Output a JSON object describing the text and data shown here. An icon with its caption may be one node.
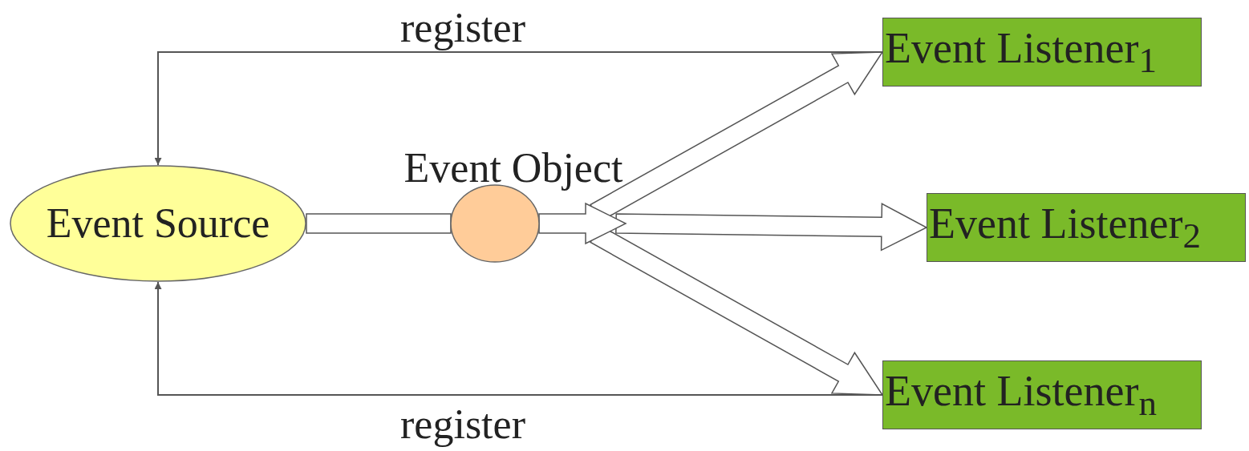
{
  "diagram": {
    "nodes": [
      {
        "text": [
          "Event Source"
        ]
      },
      {
        "text": [
          "Event Object"
        ]
      },
      {
        "text": [
          "Event Listener$_{1}$"
        ]
      },
      {
        "text": [
          "Event Listener$_{2}$"
        ]
      },
      {
        "text": [
          "Event Listener$_{n}$"
        ]
      }
    ],
    "edges": [
      {
        "from": 2,
        "to": 0,
        "arrow": "to",
        "label": "register"
      },
      {
        "from": 4,
        "to": 0,
        "arrow": "to",
        "label": "register"
      },
      {
        "from": 0,
        "to": 1,
        "arrow": "none",
        "style": "thick"
      },
      {
        "from": 1,
        "to": 2,
        "arrow": "to",
        "style": "thick"
      },
      {
        "from": 1,
        "to": 3,
        "arrow": "to",
        "style": "thick"
      },
      {
        "from": 1,
        "to": 4,
        "arrow": "to",
        "style": "thick"
      },
      {
        "from": 1,
        "to": null,
        "arrow": "to",
        "style": "thick"
      }
    ]
  }
}
